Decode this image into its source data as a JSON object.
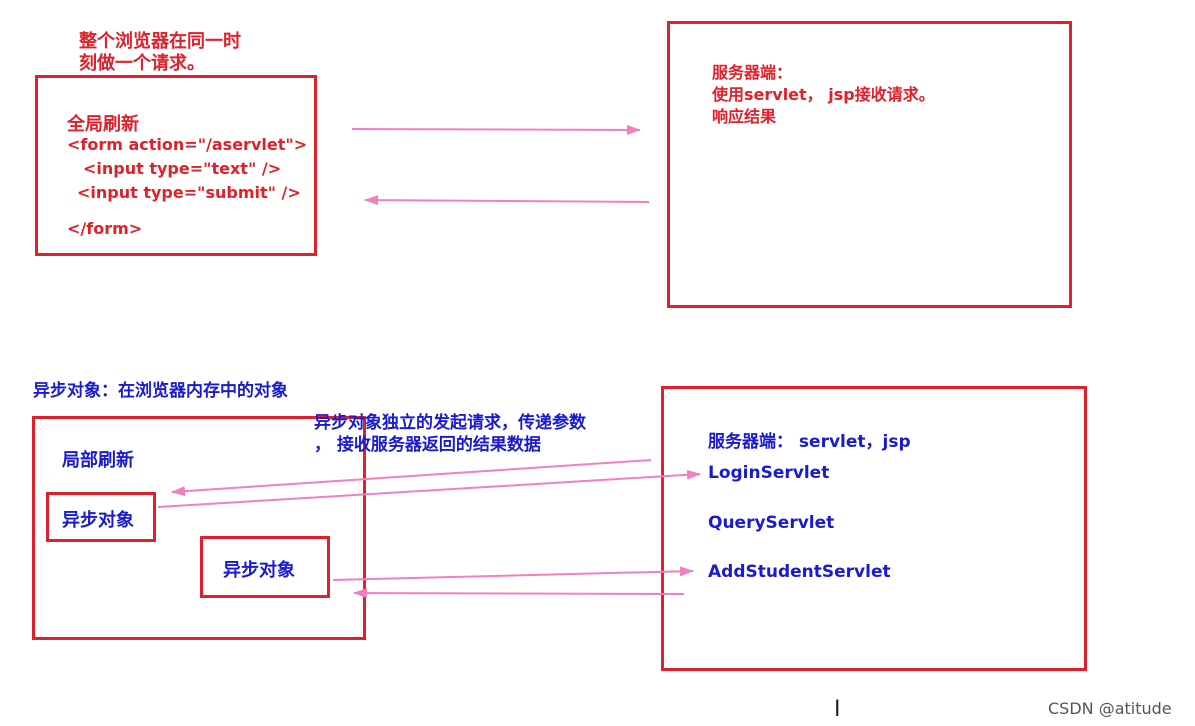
{
  "top": {
    "note_line1": "整个浏览器在同一时",
    "note_line2": "刻做一个请求。",
    "client": {
      "title": "全局刷新",
      "code_lines": [
        "<form action=\"/aservlet\">",
        "<input type=\"text\" />",
        "<input type=\"submit\" />",
        "</form>"
      ]
    },
    "server": {
      "line1": "服务器端：",
      "line2": "使用servlet， jsp接收请求。",
      "line3": "响应结果"
    }
  },
  "bottom": {
    "heading": "异步对象：在浏览器内存中的对象",
    "annotation_line1": "异步对象独立的发起请求，传递参数",
    "annotation_line2": "， 接收服务器返回的结果数据",
    "client": {
      "title": "局部刷新",
      "async_obj_1": "异步对象",
      "async_obj_2": "异步对象"
    },
    "server": {
      "title": "服务器端： servlet，jsp",
      "servlets": [
        "LoginServlet",
        "QueryServlet",
        "AddStudentServlet"
      ]
    }
  },
  "colors": {
    "box": "#e0202a",
    "arrow": "#f080c0",
    "blue_text": "#1a1ad0",
    "red_text": "#e0202a"
  },
  "cursor_icon": "text-cursor-icon",
  "watermark": "CSDN @atitude"
}
